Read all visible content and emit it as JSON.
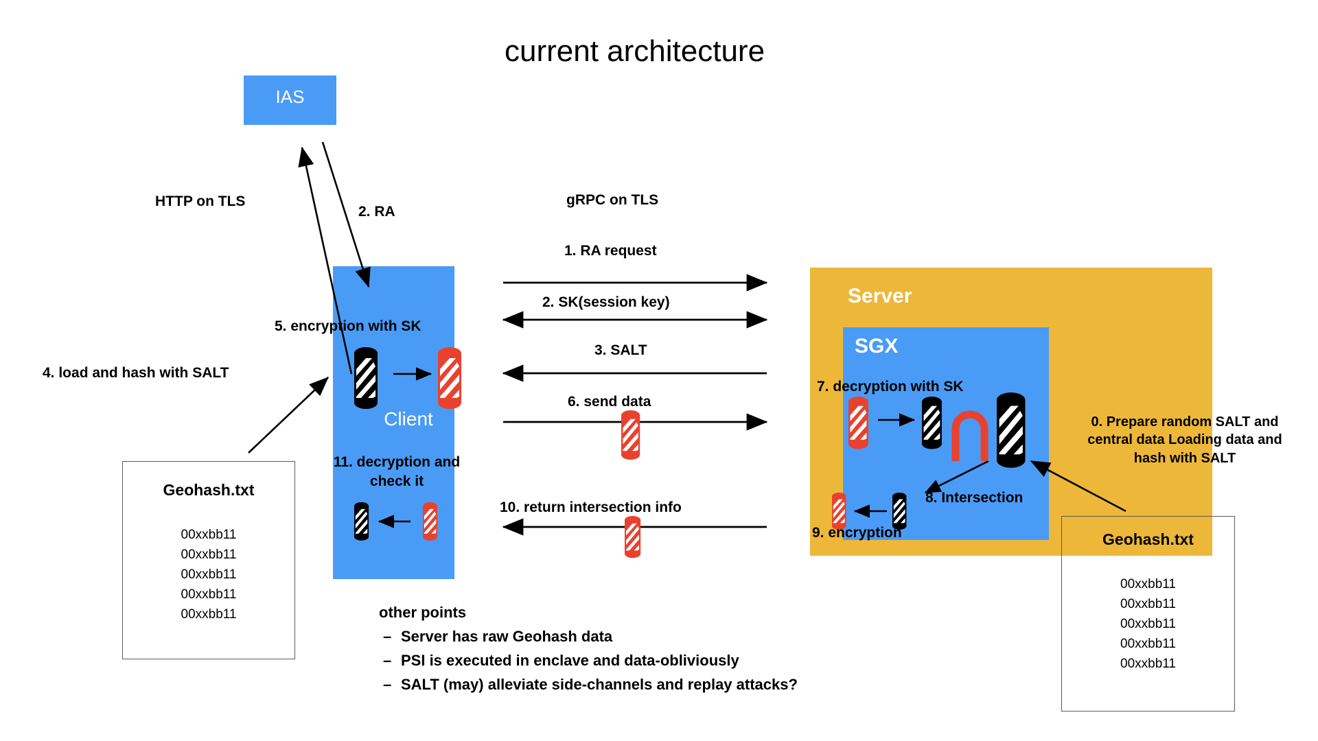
{
  "title": "current architecture",
  "colors": {
    "blue": "#4a9bf5",
    "gold": "#edb83a",
    "red": "#e8422e",
    "black": "#000000",
    "white": "#ffffff"
  },
  "nodes": {
    "ias": {
      "label": "IAS"
    },
    "client": {
      "label": "Client"
    },
    "server": {
      "label": "Server"
    },
    "sgx": {
      "label": "SGX"
    }
  },
  "channels": {
    "left": "HTTP on TLS",
    "right": "gRPC on TLS"
  },
  "steps": {
    "s0": "0. Prepare random SALT and\ncentral data Loading data and\nhash with SALT",
    "s0_line1": "0. Prepare random SALT and",
    "s0_line2": "central data Loading data and",
    "s0_line3": "hash with SALT",
    "s1": "1. RA request",
    "s2_ra": "2. RA",
    "s2_sk": "2. SK(session key)",
    "s3": "3. SALT",
    "s4": "4. load and hash with SALT",
    "s5": "5. encryption with SK",
    "s6": "6. send data",
    "s7": "7. decryption with SK",
    "s8": "8. Intersection",
    "s9": "9. encryption",
    "s10": "10. return intersection info",
    "s11_line1": "11. decryption and",
    "s11_line2": "check it"
  },
  "files": {
    "left": {
      "name": "Geohash.txt",
      "lines": [
        "00xxbb11",
        "00xxbb11",
        "00xxbb11",
        "00xxbb11",
        "00xxbb11"
      ]
    },
    "right": {
      "name": "Geohash.txt",
      "lines": [
        "00xxbb11",
        "00xxbb11",
        "00xxbb11",
        "00xxbb11",
        "00xxbb11"
      ]
    }
  },
  "other_points": {
    "heading": "other points",
    "bullet_marker": "–",
    "items": [
      "Server has raw Geohash data",
      "PSI is executed in enclave and data-obliviously",
      "SALT (may) alleviate side-channels and replay attacks?"
    ]
  },
  "icons": {
    "capsule_plain": "data-capsule-icon",
    "capsule_encrypted": "encrypted-capsule-icon",
    "intersection": "intersection-symbol"
  }
}
